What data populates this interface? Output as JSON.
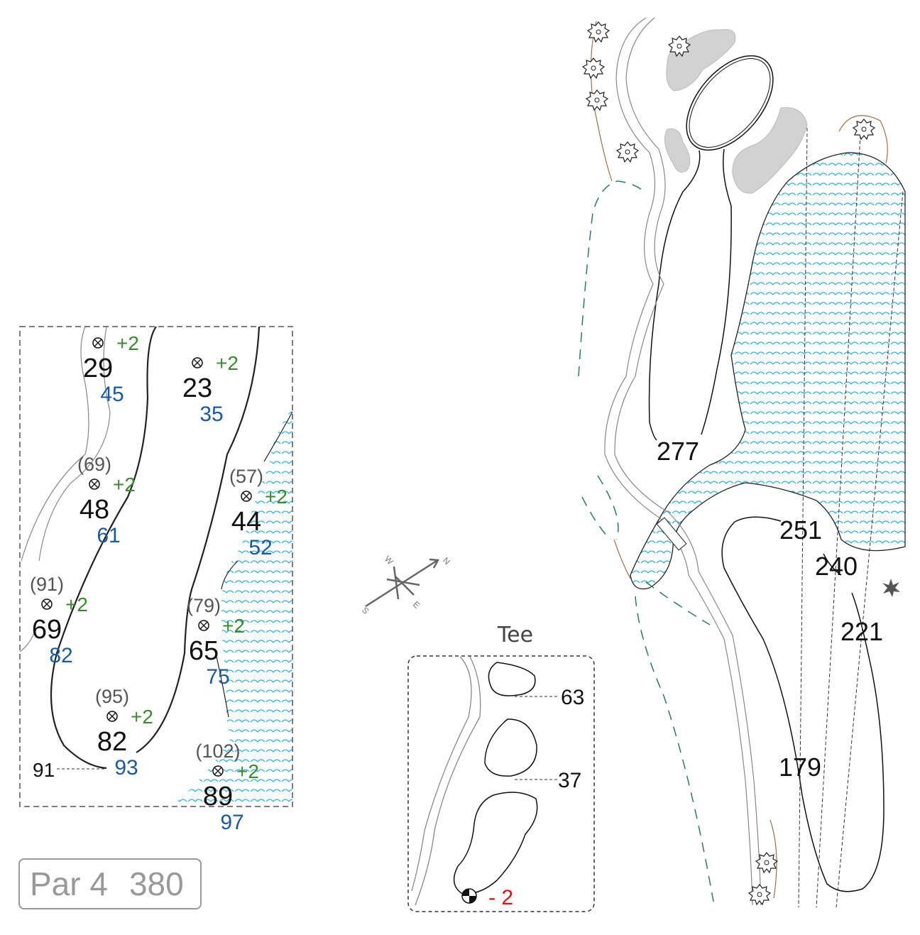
{
  "par_box": {
    "par": "Par 4",
    "yards": "380"
  },
  "compass": {
    "n": "N",
    "e": "E",
    "s": "S",
    "w": "W"
  },
  "tee_inset": {
    "title": "Tee",
    "distances": [
      "63",
      "37"
    ],
    "tee_marker": "- 2"
  },
  "hole_distances": [
    "277",
    "251",
    "240",
    "221",
    "179"
  ],
  "green_detail": {
    "markers": [
      {
        "paren": "",
        "main": "29",
        "adj": "+2",
        "back": "45"
      },
      {
        "paren": "",
        "main": "23",
        "adj": "+2",
        "back": "35"
      },
      {
        "paren": "(69)",
        "main": "48",
        "adj": "+2",
        "back": "61"
      },
      {
        "paren": "(57)",
        "main": "44",
        "adj": "+2",
        "back": "52"
      },
      {
        "paren": "(91)",
        "main": "69",
        "adj": "+2",
        "back": "82"
      },
      {
        "paren": "(79)",
        "main": "65",
        "adj": "+2",
        "back": "75"
      },
      {
        "paren": "(95)",
        "main": "82",
        "adj": "+2",
        "back": "93"
      },
      {
        "paren": "(102)",
        "main": "89",
        "adj": "+2",
        "back": "97"
      }
    ],
    "depth_label": "91"
  },
  "colors": {
    "water": "#29b0e6",
    "carry": "#3a8a2e",
    "back": "#1a5aa0",
    "tee": "#e01010",
    "bunker": "#d2d2d2"
  }
}
